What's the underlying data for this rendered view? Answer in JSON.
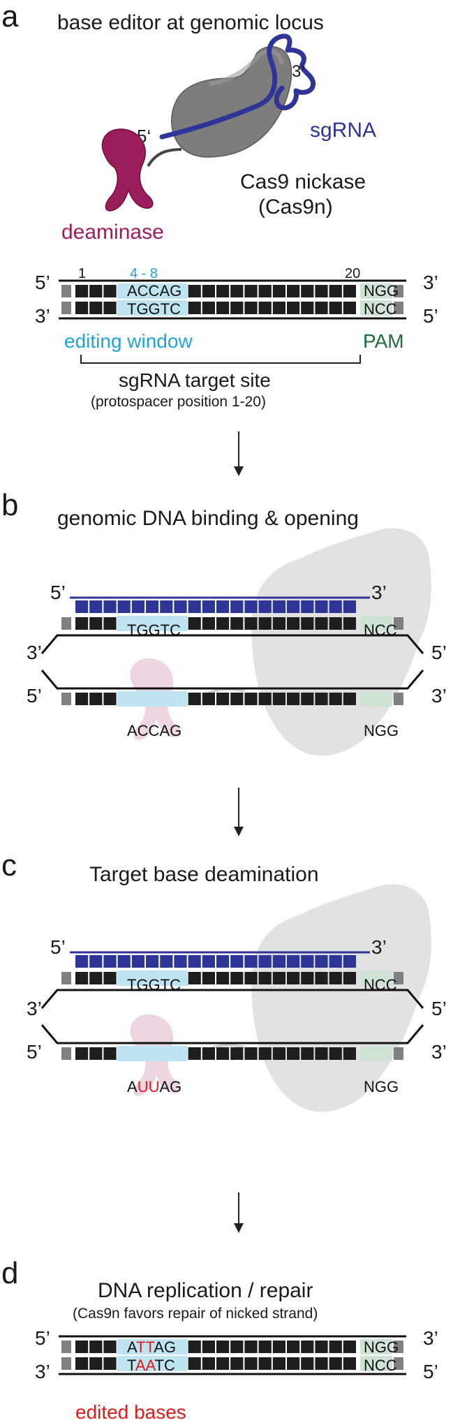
{
  "colors": {
    "cas9": "#7d7d7d",
    "sgrna": "#2f3597",
    "deaminase": "#9c1d5c",
    "editing_window": "#bfe4f1",
    "editing_text": "#1fa3dc",
    "pam_bg": "#cfe3d4",
    "pam_text": "#1b6e3a",
    "edit_red": "#e01b1b",
    "block": "#1e1e1e",
    "end_block": "#808080"
  },
  "panel_a": {
    "letter": "a",
    "title": "base editor at genomic locus",
    "sgrna_label": "sgRNA",
    "five_prime": "5‘",
    "three_prime": "3‘",
    "cas9_label_1": "Cas9 nickase",
    "cas9_label_2": "(Cas9n)",
    "deaminase_label": "deaminase",
    "pos_1": "1",
    "pos_window": "4 - 8",
    "pos_20": "20",
    "top_seq": "ACCAG",
    "top_pam": "NGG",
    "bottom_seq": "TGGTC",
    "bottom_pam": "NCC",
    "editing_window_label": "editing window",
    "pam_label": "PAM",
    "target_site_label": "sgRNA target site",
    "target_site_sub": "(protospacer position 1-20)"
  },
  "panel_b": {
    "letter": "b",
    "title": "genomic DNA binding & opening",
    "upper_seq": "TGGTC",
    "upper_pam": "NCC",
    "lower_seq": "ACCAG",
    "lower_pam": "NGG"
  },
  "panel_c": {
    "letter": "c",
    "title": "Target base deamination",
    "upper_seq": "TGGTC",
    "upper_pam": "NCC",
    "lower_seq_a": "A",
    "lower_seq_edit": "UU",
    "lower_seq_b": "AG",
    "lower_pam": "NGG"
  },
  "panel_d": {
    "letter": "d",
    "title": "DNA replication / repair",
    "subtitle": "(Cas9n favors repair of nicked strand)",
    "top_a": "A",
    "top_edit": "TT",
    "top_b": "AG",
    "top_pam": "NGG",
    "bottom_a": "T",
    "bottom_edit": "AA",
    "bottom_b": "TC",
    "bottom_pam": "NCC",
    "edited_label": "edited bases"
  },
  "ends": {
    "five": "5’",
    "three": "3’"
  }
}
